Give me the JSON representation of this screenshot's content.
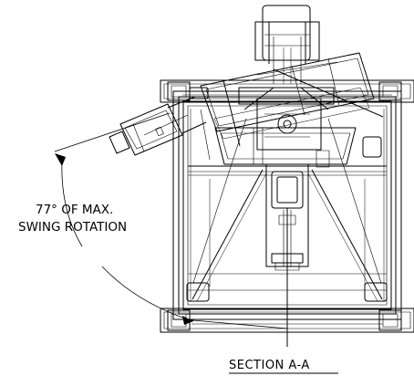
{
  "annotation": {
    "line1": "77° OF MAX.",
    "line2": "SWING ROTATION"
  },
  "section_label": "SECTION A-A",
  "colors": {
    "ink": "#000000",
    "paper": "#ffffff"
  }
}
